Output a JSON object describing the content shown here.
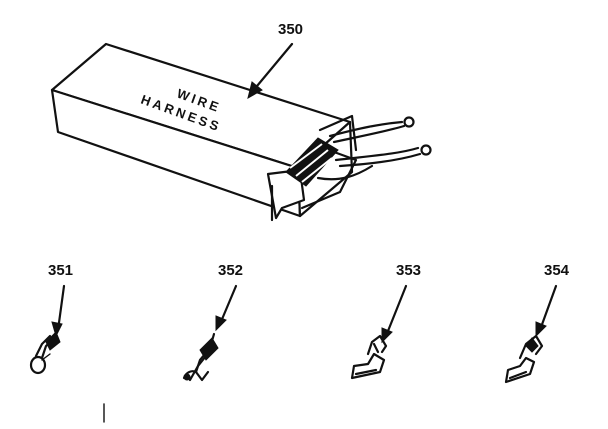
{
  "diagram": {
    "parts": [
      {
        "number": "350",
        "box_line1": "WIRE",
        "box_line2": "HARNESS",
        "icon": "wire-harness-box-icon"
      },
      {
        "number": "351",
        "icon": "ring-terminal-icon"
      },
      {
        "number": "352",
        "icon": "hook-terminal-icon"
      },
      {
        "number": "353",
        "icon": "flag-terminal-icon"
      },
      {
        "number": "354",
        "icon": "spade-terminal-icon"
      }
    ]
  }
}
